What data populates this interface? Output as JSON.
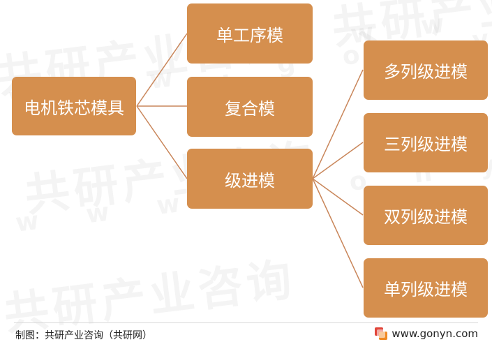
{
  "diagram": {
    "root": "电机铁芯模具",
    "level1": [
      "单工序模",
      "复合模",
      "级进模"
    ],
    "level2": [
      "多列级进模",
      "三列级进模",
      "双列级进模",
      "单列级进模"
    ],
    "line_color": "#c9865a",
    "box_color": "#d58f4e"
  },
  "footer": {
    "source": "制图：共研产业咨询（共研网）",
    "site": "www.gonyn.com"
  },
  "watermark": {
    "brand": "共研产业咨询",
    "url": "w w w . g o n y n . c o m"
  }
}
